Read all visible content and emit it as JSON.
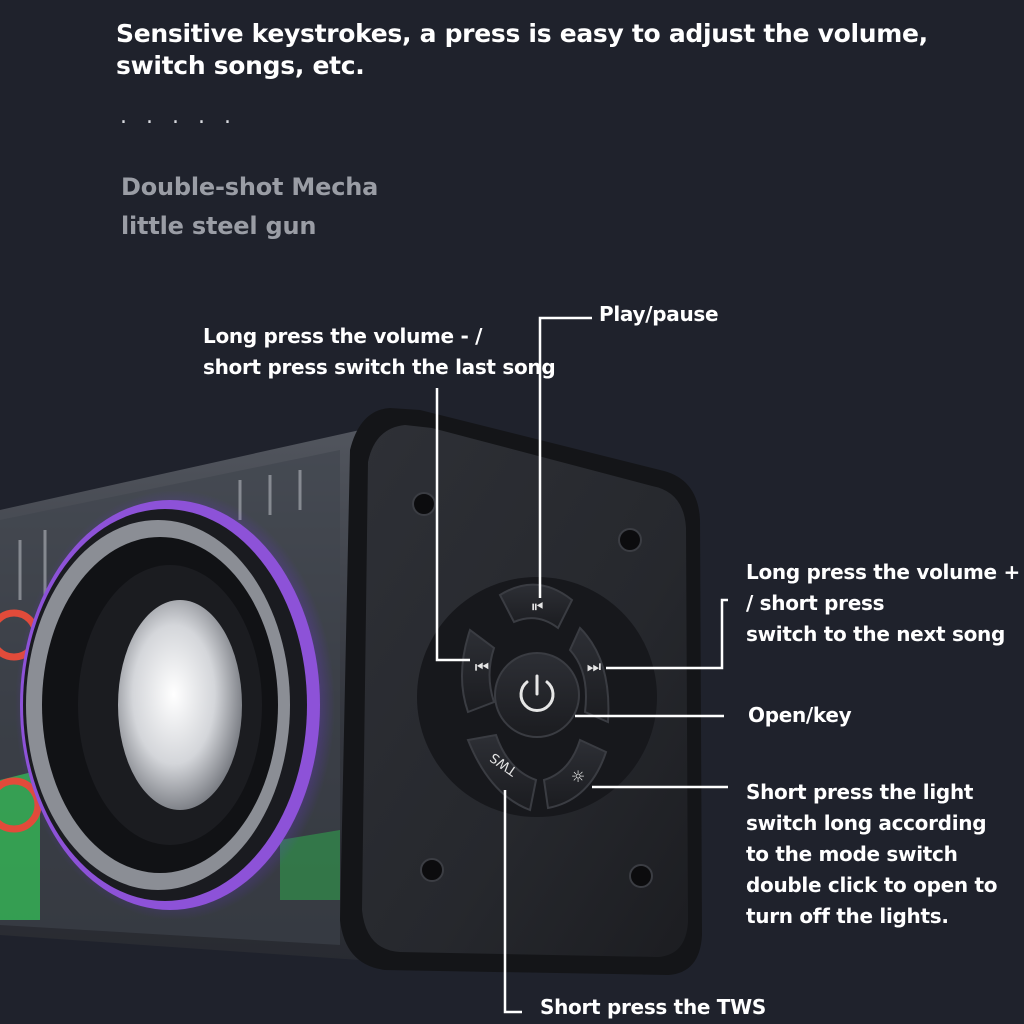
{
  "headline": {
    "line1": "Sensitive keystrokes, a press is easy to adjust the volume,",
    "line2": "switch songs, etc."
  },
  "dots": ". . . . .",
  "subtitle": {
    "line1": "Double-shot Mecha",
    "line2": "little steel gun"
  },
  "callouts": {
    "volume_down": {
      "line1": "Long press the volume - /",
      "line2": "short press switch the last song"
    },
    "play_pause": "Play/pause",
    "volume_up": {
      "line1": "Long press the volume +",
      "line2": "/ short press",
      "line3": "switch to the next song"
    },
    "power": "Open/key",
    "light": {
      "line1": "Short press the light",
      "line2": "switch long according",
      "line3": "to the mode switch",
      "line4": "double click to open to",
      "line5": "turn off the lights."
    },
    "tws": "Short press the TWS"
  },
  "button_labels": {
    "tws": "TWS"
  },
  "colors": {
    "background": "#1f222c",
    "text": "#ffffff",
    "muted_text": "#9a9da5",
    "rgb_glow_purple": "#a94dff",
    "rgb_glow_green": "#34d45a"
  },
  "icons": [
    "previous-track-icon",
    "play-pause-icon",
    "next-track-icon",
    "power-icon",
    "light-icon"
  ]
}
